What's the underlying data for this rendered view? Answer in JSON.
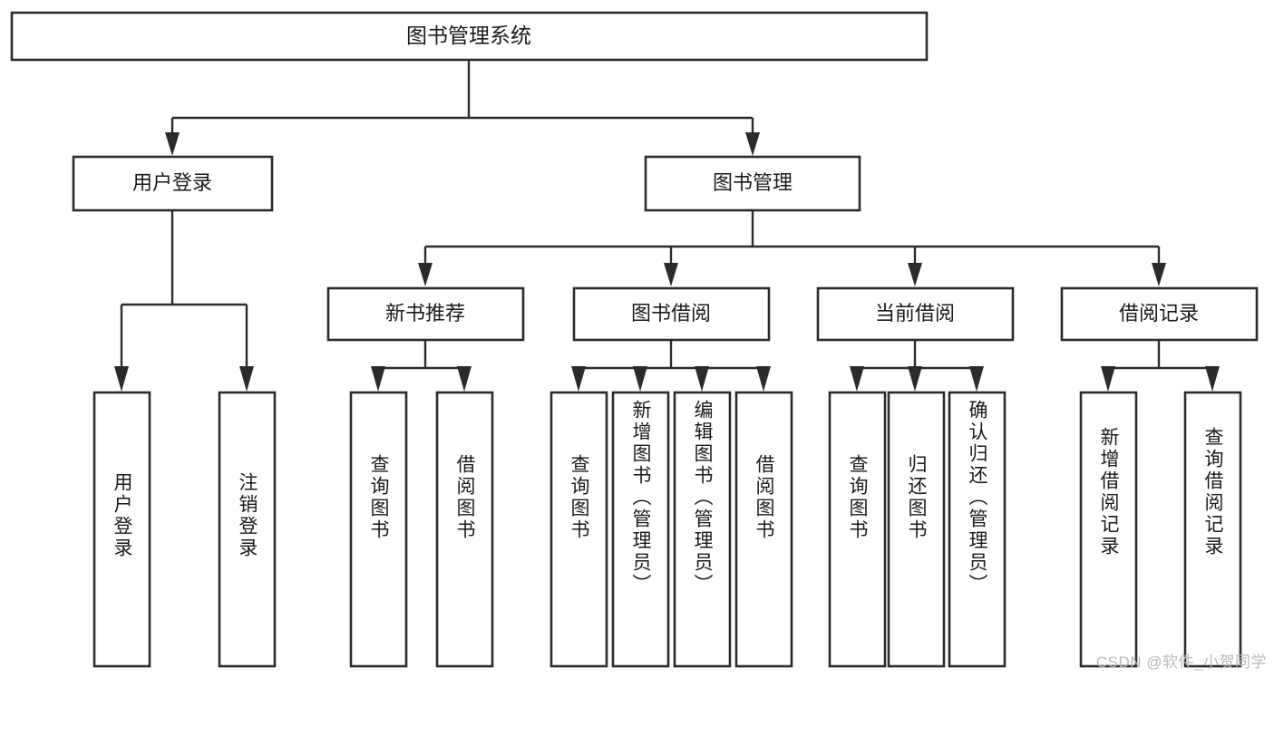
{
  "diagram": {
    "type": "tree-hierarchy",
    "root": {
      "id": "root",
      "label": "图书管理系统",
      "level": 0,
      "orientation": "horizontal"
    },
    "level1": [
      {
        "id": "user-login",
        "label": "用户登录",
        "orientation": "horizontal"
      },
      {
        "id": "book-manage",
        "label": "图书管理",
        "orientation": "horizontal"
      }
    ],
    "level2": [
      {
        "id": "new-book-rec",
        "label": "新书推荐",
        "parent": "book-manage",
        "orientation": "horizontal"
      },
      {
        "id": "book-borrow",
        "label": "图书借阅",
        "parent": "book-manage",
        "orientation": "horizontal"
      },
      {
        "id": "current-borrow",
        "label": "当前借阅",
        "parent": "book-manage",
        "orientation": "horizontal"
      },
      {
        "id": "borrow-record",
        "label": "借阅记录",
        "parent": "book-manage",
        "orientation": "horizontal"
      }
    ],
    "leaves": [
      {
        "id": "leaf-user-login",
        "label": "用户登录",
        "parent": "user-login",
        "orientation": "vertical"
      },
      {
        "id": "leaf-logout",
        "label": "注销登录",
        "parent": "user-login",
        "orientation": "vertical"
      },
      {
        "id": "leaf-query-book-rec",
        "label": "查询图书",
        "parent": "new-book-rec",
        "orientation": "vertical"
      },
      {
        "id": "leaf-borrow-book-rec",
        "label": "借阅图书",
        "parent": "new-book-rec",
        "orientation": "vertical"
      },
      {
        "id": "leaf-query-book-borrow",
        "label": "查询图书",
        "parent": "book-borrow",
        "orientation": "vertical"
      },
      {
        "id": "leaf-add-book",
        "label": "新增图书（管理员）",
        "parent": "book-borrow",
        "orientation": "vertical"
      },
      {
        "id": "leaf-edit-book",
        "label": "编辑图书（管理员）",
        "parent": "book-borrow",
        "orientation": "vertical"
      },
      {
        "id": "leaf-borrow-book",
        "label": "借阅图书",
        "parent": "book-borrow",
        "orientation": "vertical"
      },
      {
        "id": "leaf-query-book-current",
        "label": "查询图书",
        "parent": "current-borrow",
        "orientation": "vertical"
      },
      {
        "id": "leaf-return-book",
        "label": "归还图书",
        "parent": "current-borrow",
        "orientation": "vertical"
      },
      {
        "id": "leaf-confirm-return",
        "label": "确认归还（管理员）",
        "parent": "current-borrow",
        "orientation": "vertical"
      },
      {
        "id": "leaf-add-record",
        "label": "新增借阅记录",
        "parent": "borrow-record",
        "orientation": "vertical"
      },
      {
        "id": "leaf-query-record",
        "label": "查询借阅记录",
        "parent": "borrow-record",
        "orientation": "vertical"
      }
    ],
    "colors": {
      "background": "#ffffff",
      "box_fill": "#ffffff",
      "box_stroke": "#2b2b2b",
      "text": "#1a1a1a",
      "watermark": "#b9b9b9"
    }
  },
  "watermark": {
    "text": "CSDN @软件_小贺同学"
  }
}
